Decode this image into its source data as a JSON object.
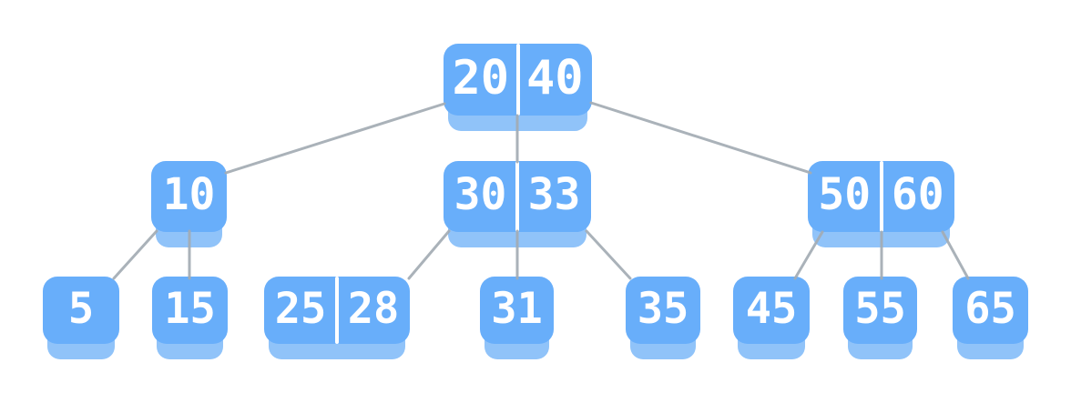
{
  "diagram": {
    "type": "b-tree",
    "order_description": "three-level B-tree with 1-2 keys per node",
    "levels": [
      [
        [
          "20",
          "40"
        ]
      ],
      [
        [
          "10"
        ],
        [
          "30",
          "33"
        ],
        [
          "50",
          "60"
        ]
      ],
      [
        [
          "5"
        ],
        [
          "15"
        ],
        [
          "25",
          "28"
        ],
        [
          "31"
        ],
        [
          "35"
        ],
        [
          "45"
        ],
        [
          "55"
        ],
        [
          "65"
        ]
      ]
    ]
  },
  "nodes": {
    "root": {
      "keys": [
        "20",
        "40"
      ]
    },
    "n10": {
      "keys": [
        "10"
      ]
    },
    "n3033": {
      "keys": [
        "30",
        "33"
      ]
    },
    "n5060": {
      "keys": [
        "50",
        "60"
      ]
    },
    "n5": {
      "keys": [
        "5"
      ]
    },
    "n15": {
      "keys": [
        "15"
      ]
    },
    "n2528": {
      "keys": [
        "25",
        "28"
      ]
    },
    "n31": {
      "keys": [
        "31"
      ]
    },
    "n35": {
      "keys": [
        "35"
      ]
    },
    "n45": {
      "keys": [
        "45"
      ]
    },
    "n55": {
      "keys": [
        "55"
      ]
    },
    "n65": {
      "keys": [
        "65"
      ]
    }
  },
  "edges": [
    {
      "from": "20|40",
      "to": "10"
    },
    {
      "from": "20|40",
      "to": "30|33"
    },
    {
      "from": "20|40",
      "to": "50|60"
    },
    {
      "from": "10",
      "to": "5"
    },
    {
      "from": "10",
      "to": "15"
    },
    {
      "from": "30|33",
      "to": "25|28"
    },
    {
      "from": "30|33",
      "to": "31"
    },
    {
      "from": "30|33",
      "to": "35"
    },
    {
      "from": "50|60",
      "to": "45"
    },
    {
      "from": "50|60",
      "to": "55"
    },
    {
      "from": "50|60",
      "to": "65"
    }
  ],
  "colors": {
    "node": "#68aefa",
    "node_lip": "#7db8f8",
    "edge": "#a3acb4",
    "divider": "#ffffff",
    "key_text": "#ffffff",
    "background": "#ffffff"
  }
}
